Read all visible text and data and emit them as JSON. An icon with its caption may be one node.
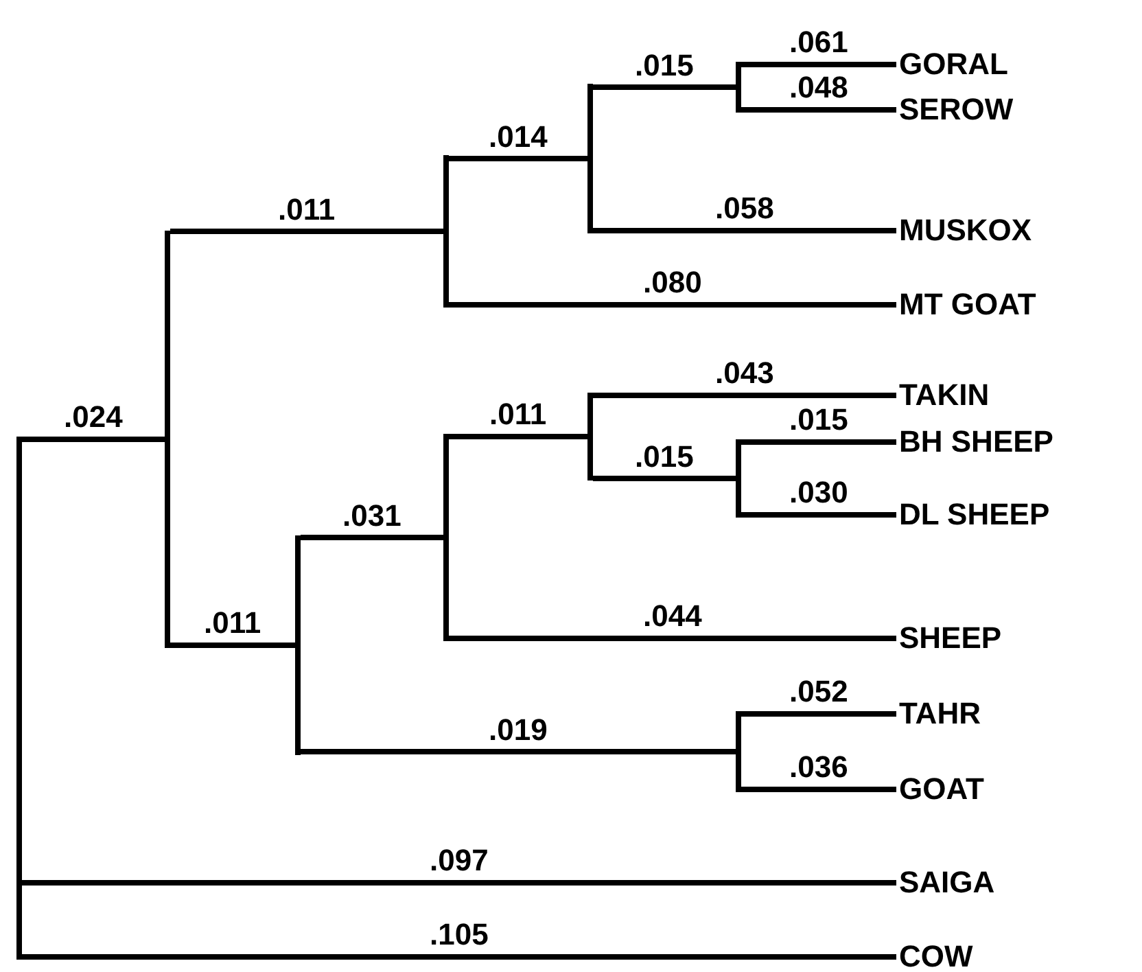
{
  "diagram": {
    "nodes": [
      {
        "text": [],
        "shape": "bar"
      },
      {
        "text": [],
        "shape": "bar"
      },
      {
        "text": [],
        "shape": "bar"
      },
      {
        "text": [],
        "shape": "bar"
      },
      {
        "text": [],
        "shape": "bar"
      },
      {
        "text": [],
        "shape": "bar"
      },
      {
        "text": [],
        "shape": "bar"
      },
      {
        "text": [],
        "shape": "bar"
      },
      {
        "text": [],
        "shape": "bar"
      },
      {
        "text": [],
        "shape": "bar"
      },
      {
        "text": [
          "GORAL"
        ]
      },
      {
        "text": [
          "SEROW"
        ]
      },
      {
        "text": [
          "MUSKOX"
        ]
      },
      {
        "text": [
          "MT GOAT"
        ]
      },
      {
        "text": [
          "TAKIN"
        ]
      },
      {
        "text": [
          "BH SHEEP"
        ]
      },
      {
        "text": [
          "DL SHEEP"
        ]
      },
      {
        "text": [
          "SHEEP"
        ]
      },
      {
        "text": [
          "TAHR"
        ]
      },
      {
        "text": [
          "GOAT"
        ]
      },
      {
        "text": [
          "SAIGA"
        ]
      },
      {
        "text": [
          "COW"
        ]
      }
    ],
    "edges": [
      {
        "from": 0,
        "to": 1,
        "arrow": "none",
        "label": ".024"
      },
      {
        "from": 1,
        "to": 3,
        "arrow": "none",
        "label": ".011"
      },
      {
        "from": 3,
        "to": 5,
        "arrow": "none",
        "label": ".014"
      },
      {
        "from": 5,
        "to": 7,
        "arrow": "none",
        "label": ".015"
      },
      {
        "from": 7,
        "to": 10,
        "arrow": "none",
        "label": ".061"
      },
      {
        "from": 7,
        "to": 11,
        "arrow": "none",
        "label": ".048"
      },
      {
        "from": 5,
        "to": 12,
        "arrow": "none",
        "label": ".058"
      },
      {
        "from": 3,
        "to": 13,
        "arrow": "none",
        "label": ".080"
      },
      {
        "from": 1,
        "to": 2,
        "arrow": "none",
        "label": ".011"
      },
      {
        "from": 2,
        "to": 4,
        "arrow": "none",
        "label": ".031"
      },
      {
        "from": 4,
        "to": 6,
        "arrow": "none",
        "label": ".011"
      },
      {
        "from": 6,
        "to": 14,
        "arrow": "none",
        "label": ".043"
      },
      {
        "from": 6,
        "to": 8,
        "arrow": "none",
        "label": ".015"
      },
      {
        "from": 8,
        "to": 15,
        "arrow": "none",
        "label": ".015"
      },
      {
        "from": 8,
        "to": 16,
        "arrow": "none",
        "label": ".030"
      },
      {
        "from": 4,
        "to": 17,
        "arrow": "none",
        "label": ".044"
      },
      {
        "from": 2,
        "to": 9,
        "arrow": "none",
        "label": ".019"
      },
      {
        "from": 9,
        "to": 18,
        "arrow": "none",
        "label": ".052"
      },
      {
        "from": 9,
        "to": 19,
        "arrow": "none",
        "label": ".036"
      },
      {
        "from": 0,
        "to": 20,
        "arrow": "none",
        "label": ".097"
      },
      {
        "from": 0,
        "to": 21,
        "arrow": "none",
        "label": ".105"
      }
    ]
  }
}
